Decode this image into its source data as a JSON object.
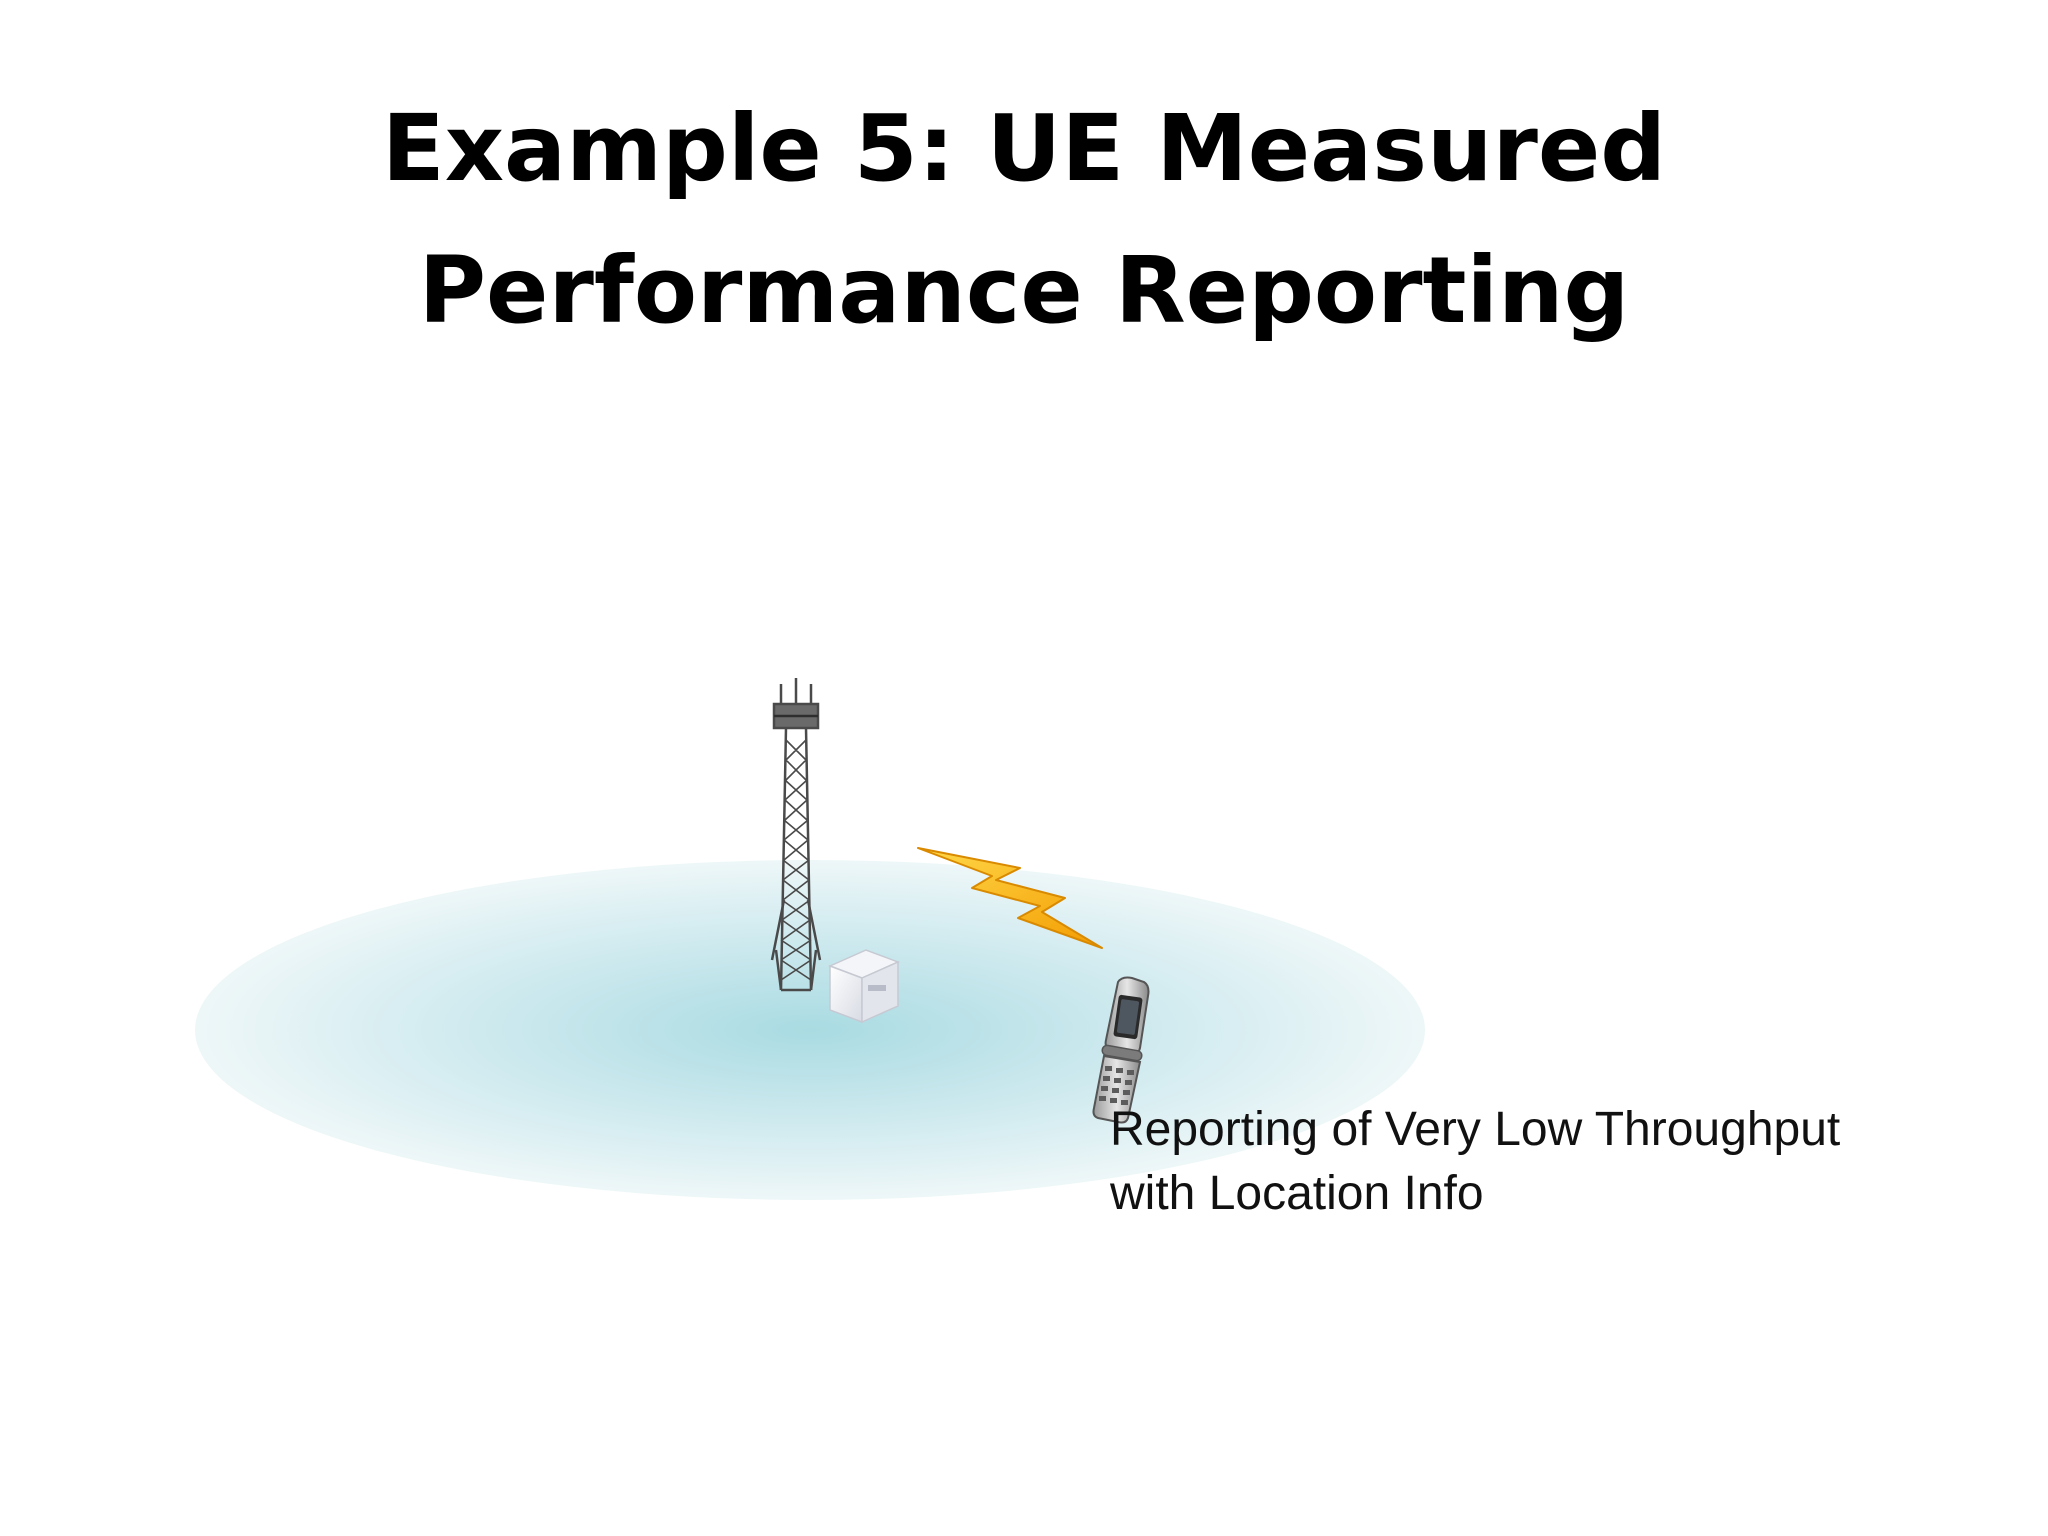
{
  "slide": {
    "title_line1": "Example 5: UE Measured",
    "title_line2": "Performance Reporting"
  },
  "diagram": {
    "caption_line1": "Reporting of Very Low Throughput",
    "caption_line2": "with Location Info",
    "icons": [
      "cell-coverage-area",
      "cell-tower-icon",
      "base-station-box-icon",
      "lightning-signal-icon",
      "flip-phone-icon"
    ],
    "colors": {
      "coverage_center": "#a9dbe2",
      "coverage_edge": "#eef7f8",
      "lightning_fill": "#f7b500",
      "lightning_stroke": "#d98a00",
      "tower": "#4a4a4a"
    }
  }
}
